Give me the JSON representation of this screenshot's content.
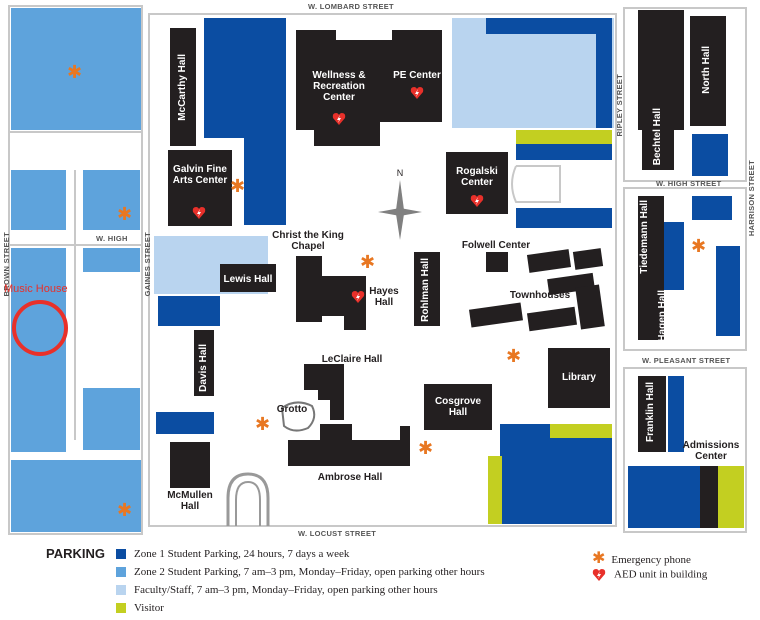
{
  "map": {
    "streets": {
      "lombard": "W. LOMBARD STREET",
      "locust": "W. LOCUST STREET",
      "high_west": "W. HIGH",
      "high_east": "W. HIGH STREET",
      "pleasant": "W. PLEASANT STREET",
      "brown": "BROWN STREET",
      "gaines": "GAINES STREET",
      "ripley": "RIPLEY STREET",
      "harrison": "HARRISON STREET"
    },
    "buildings": {
      "mccarthy": "McCarthy Hall",
      "wellness": "Wellness & Recreation Center",
      "pe_center": "PE Center",
      "north_hall": "North Hall",
      "bechtel": "Bechtel Hall",
      "galvin": "Galvin Fine Arts Center",
      "rogalski": "Rogalski Center",
      "christ_king": "Christ the King Chapel",
      "lewis": "Lewis Hall",
      "folwell": "Folwell Center",
      "tiedemann": "Tiedemann Hall",
      "hayes": "Hayes Hall",
      "rohlman": "Rohlman Hall",
      "townhouses": "Townhouses",
      "hagen": "Hagen Hall",
      "davis": "Davis Hall",
      "leclaire": "LeClaire Hall",
      "grotto": "Grotto",
      "cosgrove": "Cosgrove Hall",
      "library": "Library",
      "franklin": "Franklin Hall",
      "admissions": "Admissions Center",
      "ambrose": "Ambrose Hall",
      "mcmullen": "McMullen Hall"
    },
    "annotation": "Music House",
    "compass": "N"
  },
  "legend": {
    "title": "PARKING",
    "items": [
      {
        "color": "#0b4da2",
        "label": "Zone 1 Student Parking, 24 hours, 7 days a week"
      },
      {
        "color": "#5ea3dc",
        "label": "Zone 2 Student Parking, 7 am–3 pm, Monday–Friday, open parking other hours"
      },
      {
        "color": "#b9d4ef",
        "label": "Faculty/Staff, 7 am–3 pm, Monday–Friday, open parking other hours"
      },
      {
        "color": "#c3cf21",
        "label": "Visitor"
      }
    ],
    "symbols": {
      "phone": "Emergency phone",
      "aed": "AED unit in building"
    }
  },
  "colors": {
    "zone1": "#0b4da2",
    "zone2": "#5ea3dc",
    "faculty": "#b9d4ef",
    "visitor": "#c3cf21",
    "building": "#231f20",
    "phone": "#e87722",
    "aed": "#e8302a",
    "annotation": "#e8302a"
  }
}
